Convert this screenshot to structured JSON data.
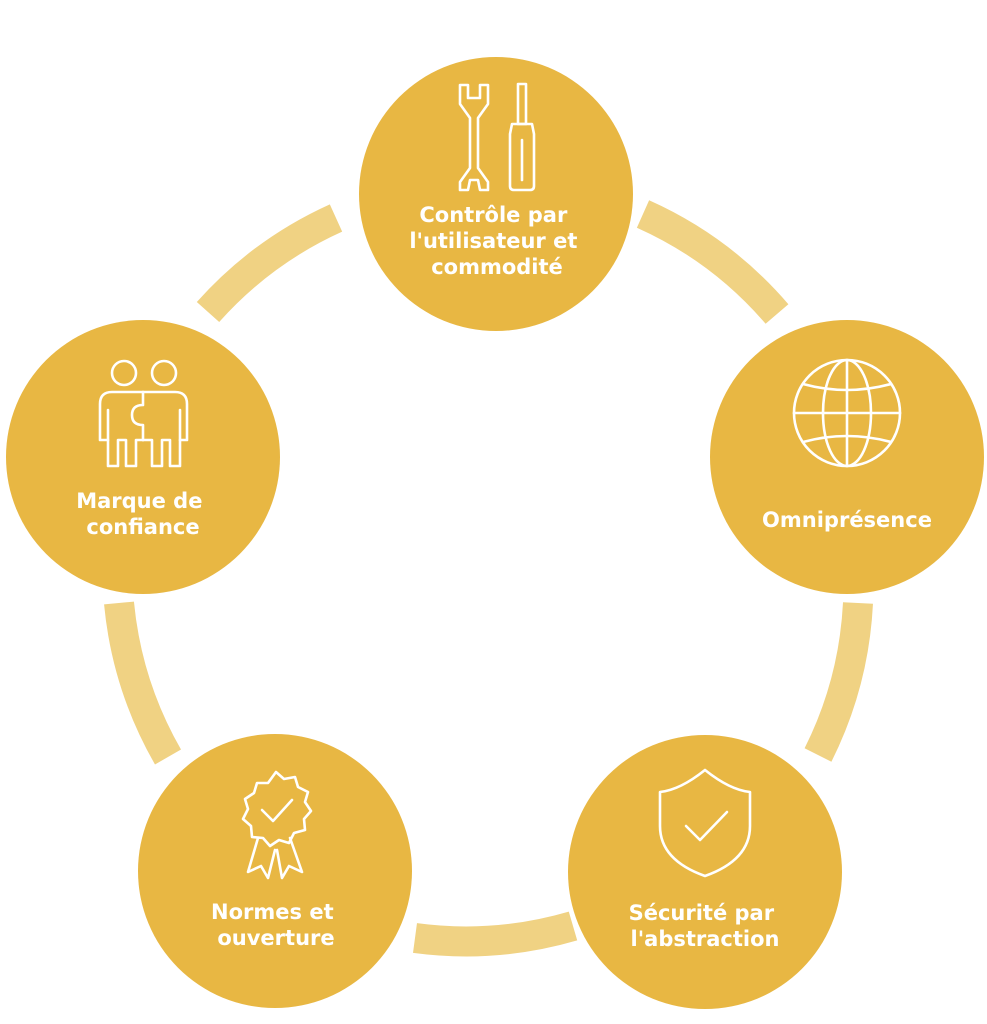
{
  "colors": {
    "node_fill": "#E8B743",
    "connector": "#F0D283",
    "label": "#FFFFFF",
    "icon_stroke": "#FFFFFF"
  },
  "nodes": [
    {
      "id": "control",
      "icon": "tools-icon",
      "label_lines": [
        "Contrôle par",
        "l'utilisateur et",
        "commodité"
      ]
    },
    {
      "id": "omnipresence",
      "icon": "globe-icon",
      "label_lines": [
        "Omniprésence"
      ]
    },
    {
      "id": "security",
      "icon": "shield-check-icon",
      "label_lines": [
        "Sécurité par",
        "l'abstraction"
      ]
    },
    {
      "id": "standards",
      "icon": "award-ribbon-icon",
      "label_lines": [
        "Normes et",
        "ouverture"
      ]
    },
    {
      "id": "trust",
      "icon": "people-puzzle-icon",
      "label_lines": [
        "Marque de",
        "confiance"
      ]
    }
  ]
}
